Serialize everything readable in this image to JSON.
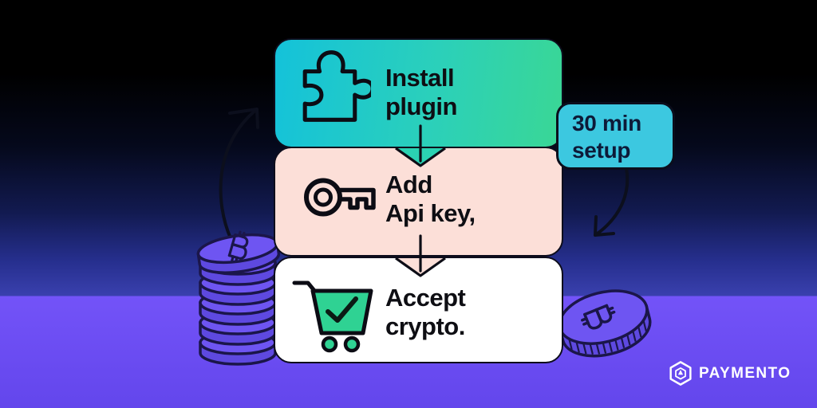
{
  "steps": [
    {
      "id": "install-plugin",
      "line1": "Install",
      "line2": "plugin",
      "icon": "puzzle-icon",
      "color_start": "#14c2da",
      "color_end": "#3ad795"
    },
    {
      "id": "add-api-key",
      "line1": "Add",
      "line2": "Api key,",
      "icon": "key-icon",
      "color": "#fcdfd8"
    },
    {
      "id": "accept-crypto",
      "line1": "Accept",
      "line2": "crypto.",
      "icon": "cart-icon",
      "color": "#ffffff"
    }
  ],
  "badge": {
    "line1": "30 min",
    "line2": "setup",
    "color": "#3cc8e0"
  },
  "logo": {
    "text": "PAYMENTO",
    "icon": "hexagon-logo-icon",
    "color": "#ffffff"
  },
  "decor": {
    "currency_symbol": "₿",
    "left_decoration": "bitcoin-coin-stack",
    "right_decoration": "bitcoin-coin",
    "coin_color": "#6e55f2",
    "outline_color": "#1b164a",
    "accent_green": "#2fd293",
    "bg_top": "#000000",
    "bg_bottom": "#7353f8"
  }
}
